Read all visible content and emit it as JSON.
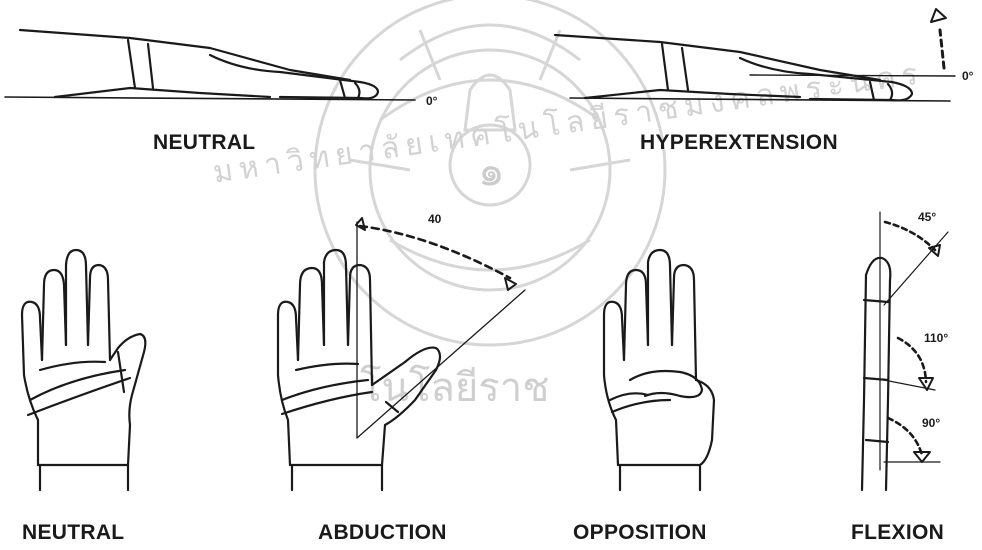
{
  "watermark": {
    "top_text": "มหาวิทยาลัยเทคโนโลยีราชมงคลพระนคร",
    "bottom_text": "โนโลยีราช",
    "emblem_glyph": "๑"
  },
  "panels": {
    "top_neutral": {
      "label": "NEUTRAL",
      "angle": "0°"
    },
    "top_hyperextension": {
      "label": "HYPEREXTENSION",
      "angle": "0°"
    },
    "neutral": {
      "label": "NEUTRAL"
    },
    "abduction": {
      "label": "ABDUCTION",
      "angle": "40"
    },
    "opposition": {
      "label": "OPPOSITION"
    },
    "flexion": {
      "label": "FLEXION",
      "angle_top": "45°",
      "angle_mid": "110°",
      "angle_low": "90°"
    }
  },
  "colors": {
    "ink": "#1a1a1a",
    "watermark": "#d0d0d0"
  }
}
